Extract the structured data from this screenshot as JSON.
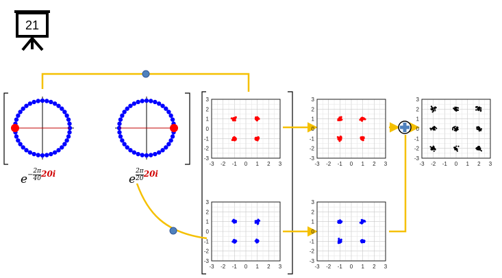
{
  "slide": {
    "number": "21",
    "icon": "presentation-board-icon"
  },
  "colors": {
    "connector": "#f5c000",
    "red": "#ff0000",
    "blue": "#0000ff",
    "black": "#000000",
    "node": "#4f81bd"
  },
  "unit_circles": [
    {
      "id": "left",
      "marker_angle_deg": 180,
      "num_points": 40
    },
    {
      "id": "right",
      "marker_angle_deg": 0,
      "num_points": 40
    }
  ],
  "formulas": {
    "left": {
      "base": "e",
      "sign": "−",
      "num": "2π",
      "den": "40",
      "factor": "20i"
    },
    "right": {
      "base": "e",
      "sign": "",
      "num": "2π",
      "den": "20",
      "factor": "20i"
    }
  },
  "axis": {
    "ticks": [
      "-3",
      "-2",
      "-1",
      "0",
      "1",
      "2",
      "3"
    ],
    "xlim": [
      -3,
      3
    ],
    "ylim": [
      -3,
      3
    ]
  },
  "chart_data": [
    {
      "id": "red-in",
      "type": "scatter",
      "color": "#ff0000",
      "clusters": [
        [
          -1,
          1
        ],
        [
          1,
          1
        ],
        [
          -1,
          -1
        ],
        [
          1,
          -1
        ]
      ],
      "spread": 0.18,
      "xlim": [
        -3,
        3
      ],
      "ylim": [
        -3,
        3
      ]
    },
    {
      "id": "red-out",
      "type": "scatter",
      "color": "#ff0000",
      "clusters": [
        [
          -1,
          1
        ],
        [
          1,
          1
        ],
        [
          -1,
          -1
        ],
        [
          1,
          -1
        ]
      ],
      "spread": 0.18,
      "xlim": [
        -3,
        3
      ],
      "ylim": [
        -3,
        3
      ]
    },
    {
      "id": "blue-in",
      "type": "scatter",
      "color": "#0000ff",
      "clusters": [
        [
          -1,
          1
        ],
        [
          1,
          1
        ],
        [
          -1,
          -1
        ],
        [
          1,
          -1
        ]
      ],
      "spread": 0.18,
      "xlim": [
        -3,
        3
      ],
      "ylim": [
        -3,
        3
      ]
    },
    {
      "id": "blue-out",
      "type": "scatter",
      "color": "#0000ff",
      "clusters": [
        [
          -1,
          1
        ],
        [
          1,
          1
        ],
        [
          -1,
          -1
        ],
        [
          1,
          -1
        ]
      ],
      "spread": 0.18,
      "xlim": [
        -3,
        3
      ],
      "ylim": [
        -3,
        3
      ]
    },
    {
      "id": "sum",
      "type": "scatter",
      "color": "#000000",
      "clusters": [
        [
          -2,
          2
        ],
        [
          0,
          2
        ],
        [
          2,
          2
        ],
        [
          -2,
          0
        ],
        [
          0,
          0
        ],
        [
          2,
          0
        ],
        [
          -2,
          -2
        ],
        [
          0,
          -2
        ],
        [
          2,
          -2
        ]
      ],
      "spread": 0.25,
      "xlim": [
        -3,
        3
      ],
      "ylim": [
        -3,
        3
      ]
    }
  ],
  "sum_symbol": "+"
}
